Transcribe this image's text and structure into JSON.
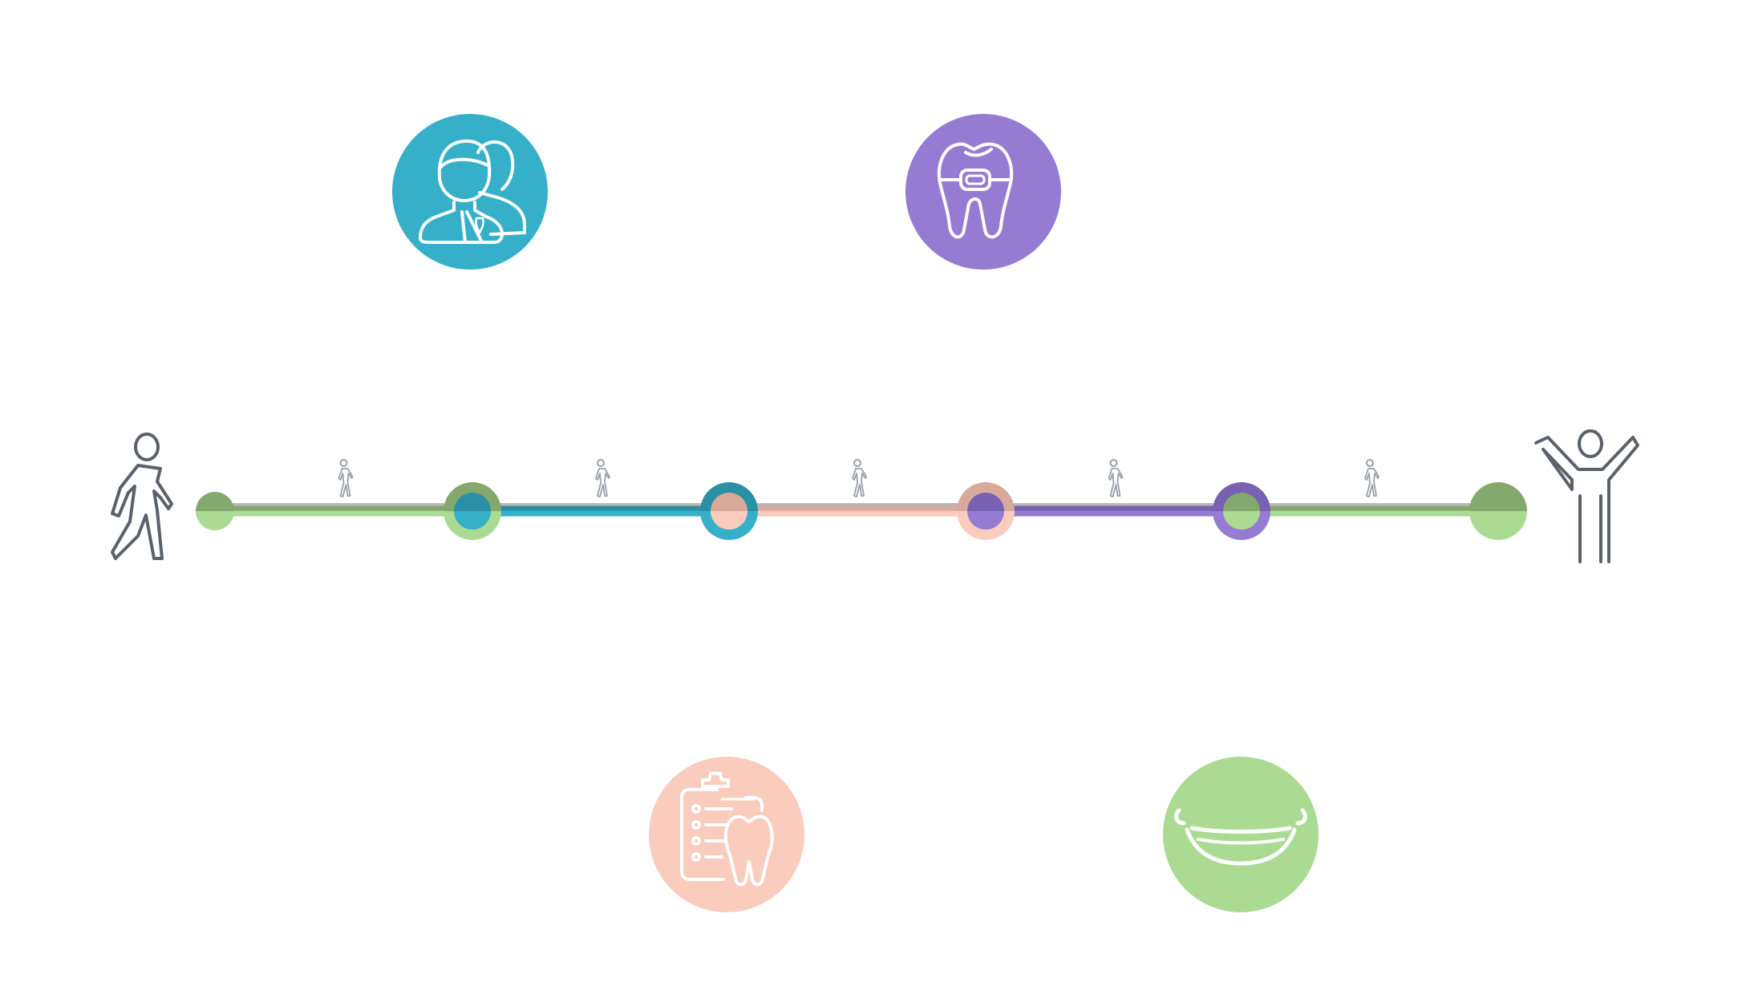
{
  "colors": {
    "green": "#abdb93",
    "green_dark": "#85a86f",
    "teal": "#36b0c8",
    "teal_dark": "#2a90a4",
    "peach": "#f9ccbe",
    "peach_dark": "#d9a99c",
    "purple": "#967bd2",
    "purple_dark": "#7860b3",
    "grey": "#5a6169",
    "walker_small": "#9aa0a6",
    "white": "#ffffff"
  },
  "start": {
    "icon": "walking-person-icon"
  },
  "end": {
    "icon": "celebrating-person-icon"
  },
  "segments": [
    {
      "color": "green",
      "walker_icon": "walking-person-icon"
    },
    {
      "color": "teal",
      "walker_icon": "walking-person-icon"
    },
    {
      "color": "peach",
      "walker_icon": "walking-person-icon"
    },
    {
      "color": "purple",
      "walker_icon": "walking-person-icon"
    },
    {
      "color": "green",
      "walker_icon": "walking-person-icon"
    }
  ],
  "milestones": [
    {
      "id": "consultation",
      "icon": "dentist-team-icon",
      "color": "teal",
      "side": "top"
    },
    {
      "id": "treatment-plan",
      "icon": "dental-checklist-icon",
      "color": "peach",
      "side": "bottom"
    },
    {
      "id": "braces",
      "icon": "tooth-braces-icon",
      "color": "purple",
      "side": "top"
    },
    {
      "id": "new-smile",
      "icon": "smile-icon",
      "color": "green",
      "side": "bottom"
    }
  ]
}
